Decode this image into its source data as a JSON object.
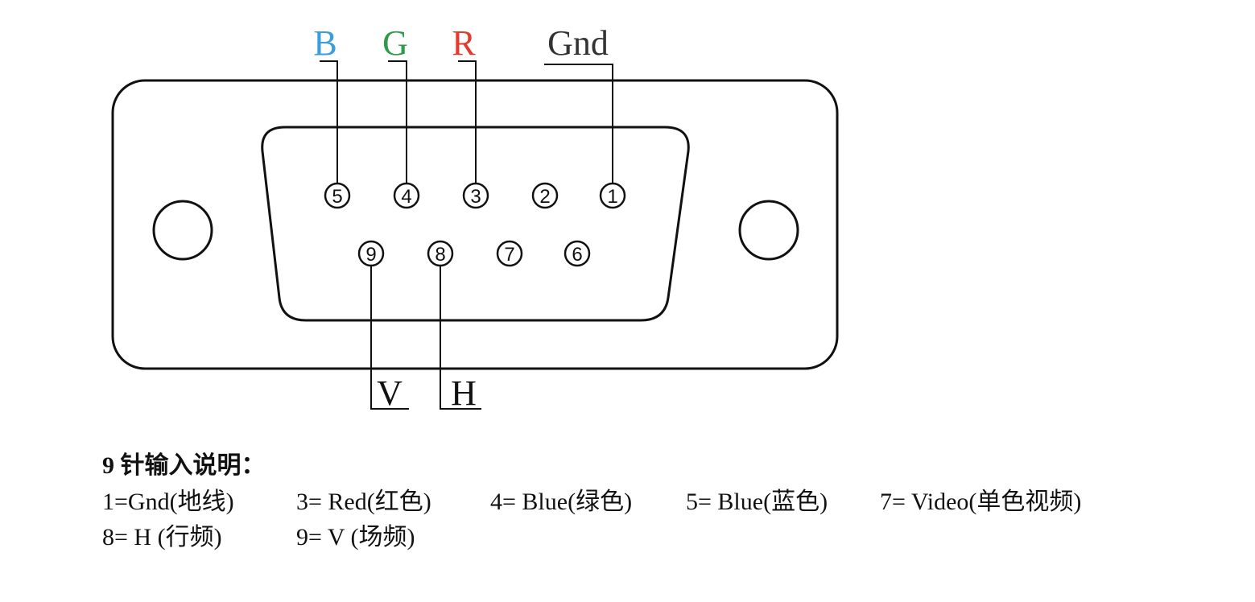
{
  "diagram": {
    "signals": {
      "b": {
        "label": "B",
        "color": "#3a9ed8"
      },
      "g": {
        "label": "G",
        "color": "#2e9b47"
      },
      "r": {
        "label": "R",
        "color": "#e23b2e"
      },
      "gnd": {
        "label": "Gnd",
        "color": "#333333"
      },
      "v": {
        "label": "V",
        "color": "#111111"
      },
      "h": {
        "label": "H",
        "color": "#111111"
      }
    },
    "pins": [
      "1",
      "2",
      "3",
      "4",
      "5",
      "6",
      "7",
      "8",
      "9"
    ]
  },
  "notes": {
    "heading": "9 针输入说明：",
    "row1": [
      "1=Gnd(地线)",
      "3= Red(红色)",
      "4= Blue(绿色)",
      "5= Blue(蓝色)",
      "7= Video(单色视频)"
    ],
    "row2": [
      "8= H (行频)",
      "9= V (场频)"
    ]
  }
}
